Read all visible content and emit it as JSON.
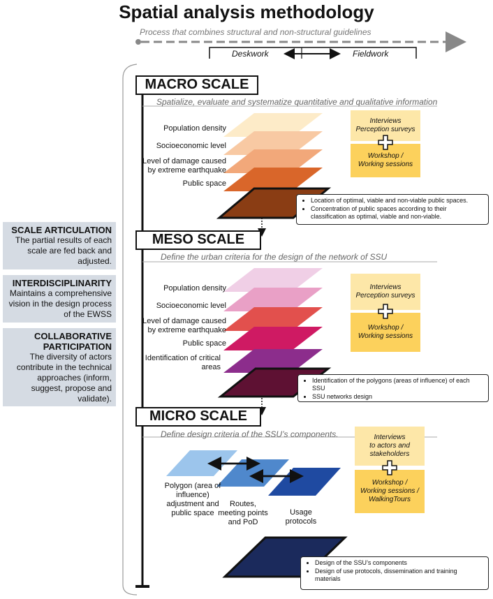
{
  "title": "Spatial analysis methodology",
  "subtitle": "Process that combines structural and non-structural guidelines",
  "deskwork": "Deskwork",
  "fieldwork": "Fieldwork",
  "macro": {
    "name": "MACRO SCALE",
    "description": "Spatialize, evaluate and systematize quantitative and qualitative information",
    "layers": [
      "Population density",
      "Socioeconomic level",
      "Level of damage caused by extreme earthquake",
      "Public space"
    ],
    "layer_colors": [
      "#fdebc8",
      "#f8c9a3",
      "#f2a87a",
      "#d9662a"
    ],
    "result_color": "#8a3d14",
    "field_top": "Interviews\nPerception surveys",
    "field_bottom": "Workshop /\nWorking sessions",
    "results": [
      "Location of optimal, viable and non-viable public spaces.",
      "Concentration of public spaces according to their classification as optimal, viable and non-viable."
    ]
  },
  "meso": {
    "name": "MESO SCALE",
    "description": "Define the urban criteria for the design of the network of SSU",
    "layers": [
      "Population density",
      "Socioeconomic level",
      "Level of damage caused by extreme earthquake",
      "Public space",
      "Identification of critical areas"
    ],
    "layer_colors": [
      "#f0cfe6",
      "#e9a0c6",
      "#e2504d",
      "#cf1a63",
      "#8c2d8c"
    ],
    "result_color": "#5e1133",
    "field_top": "Interviews\nPerception surveys",
    "field_bottom": "Workshop /\nWorking sessions",
    "results": [
      "Identification of the polygons (areas of influence) of each SSU",
      "SSU networks design"
    ]
  },
  "micro": {
    "name": "MICRO SCALE",
    "description": "Define design criteria of the SSU’s components.",
    "layers": [
      "Polygon (area of influence) adjustment and public space",
      "Routes, meeting points and PoD",
      "Usage protocols"
    ],
    "layer_colors": [
      "#9cc5ec",
      "#4f88cc",
      "#1f4aa1"
    ],
    "result_color": "#1b2a5c",
    "field_top": "Interviews\nto actors and\nstakeholders",
    "field_bottom": "Workshop /\nWorking sessions /\nWalkingTours",
    "results": [
      "Design of the SSU’s components",
      "Design of use protocols, dissemination and training materials"
    ]
  },
  "panels": [
    {
      "heading": "SCALE ARTICULATION",
      "body": "The partial results of each scale are fed back and adjusted."
    },
    {
      "heading": "INTERDISCIPLINARITY",
      "body": "Maintains a comprehensive vision in the design process of the EWSS"
    },
    {
      "heading": "COLLABORATIVE PARTICIPATION",
      "body": "The diversity of actors contribute in the technical approaches (inform, suggest, propose and validate)."
    }
  ],
  "colors": {
    "line": "#111111",
    "dashed": "#888888",
    "panel": "#d5dbe3",
    "yellow_light": "#fde7a8",
    "yellow_dark": "#fcd15c"
  }
}
